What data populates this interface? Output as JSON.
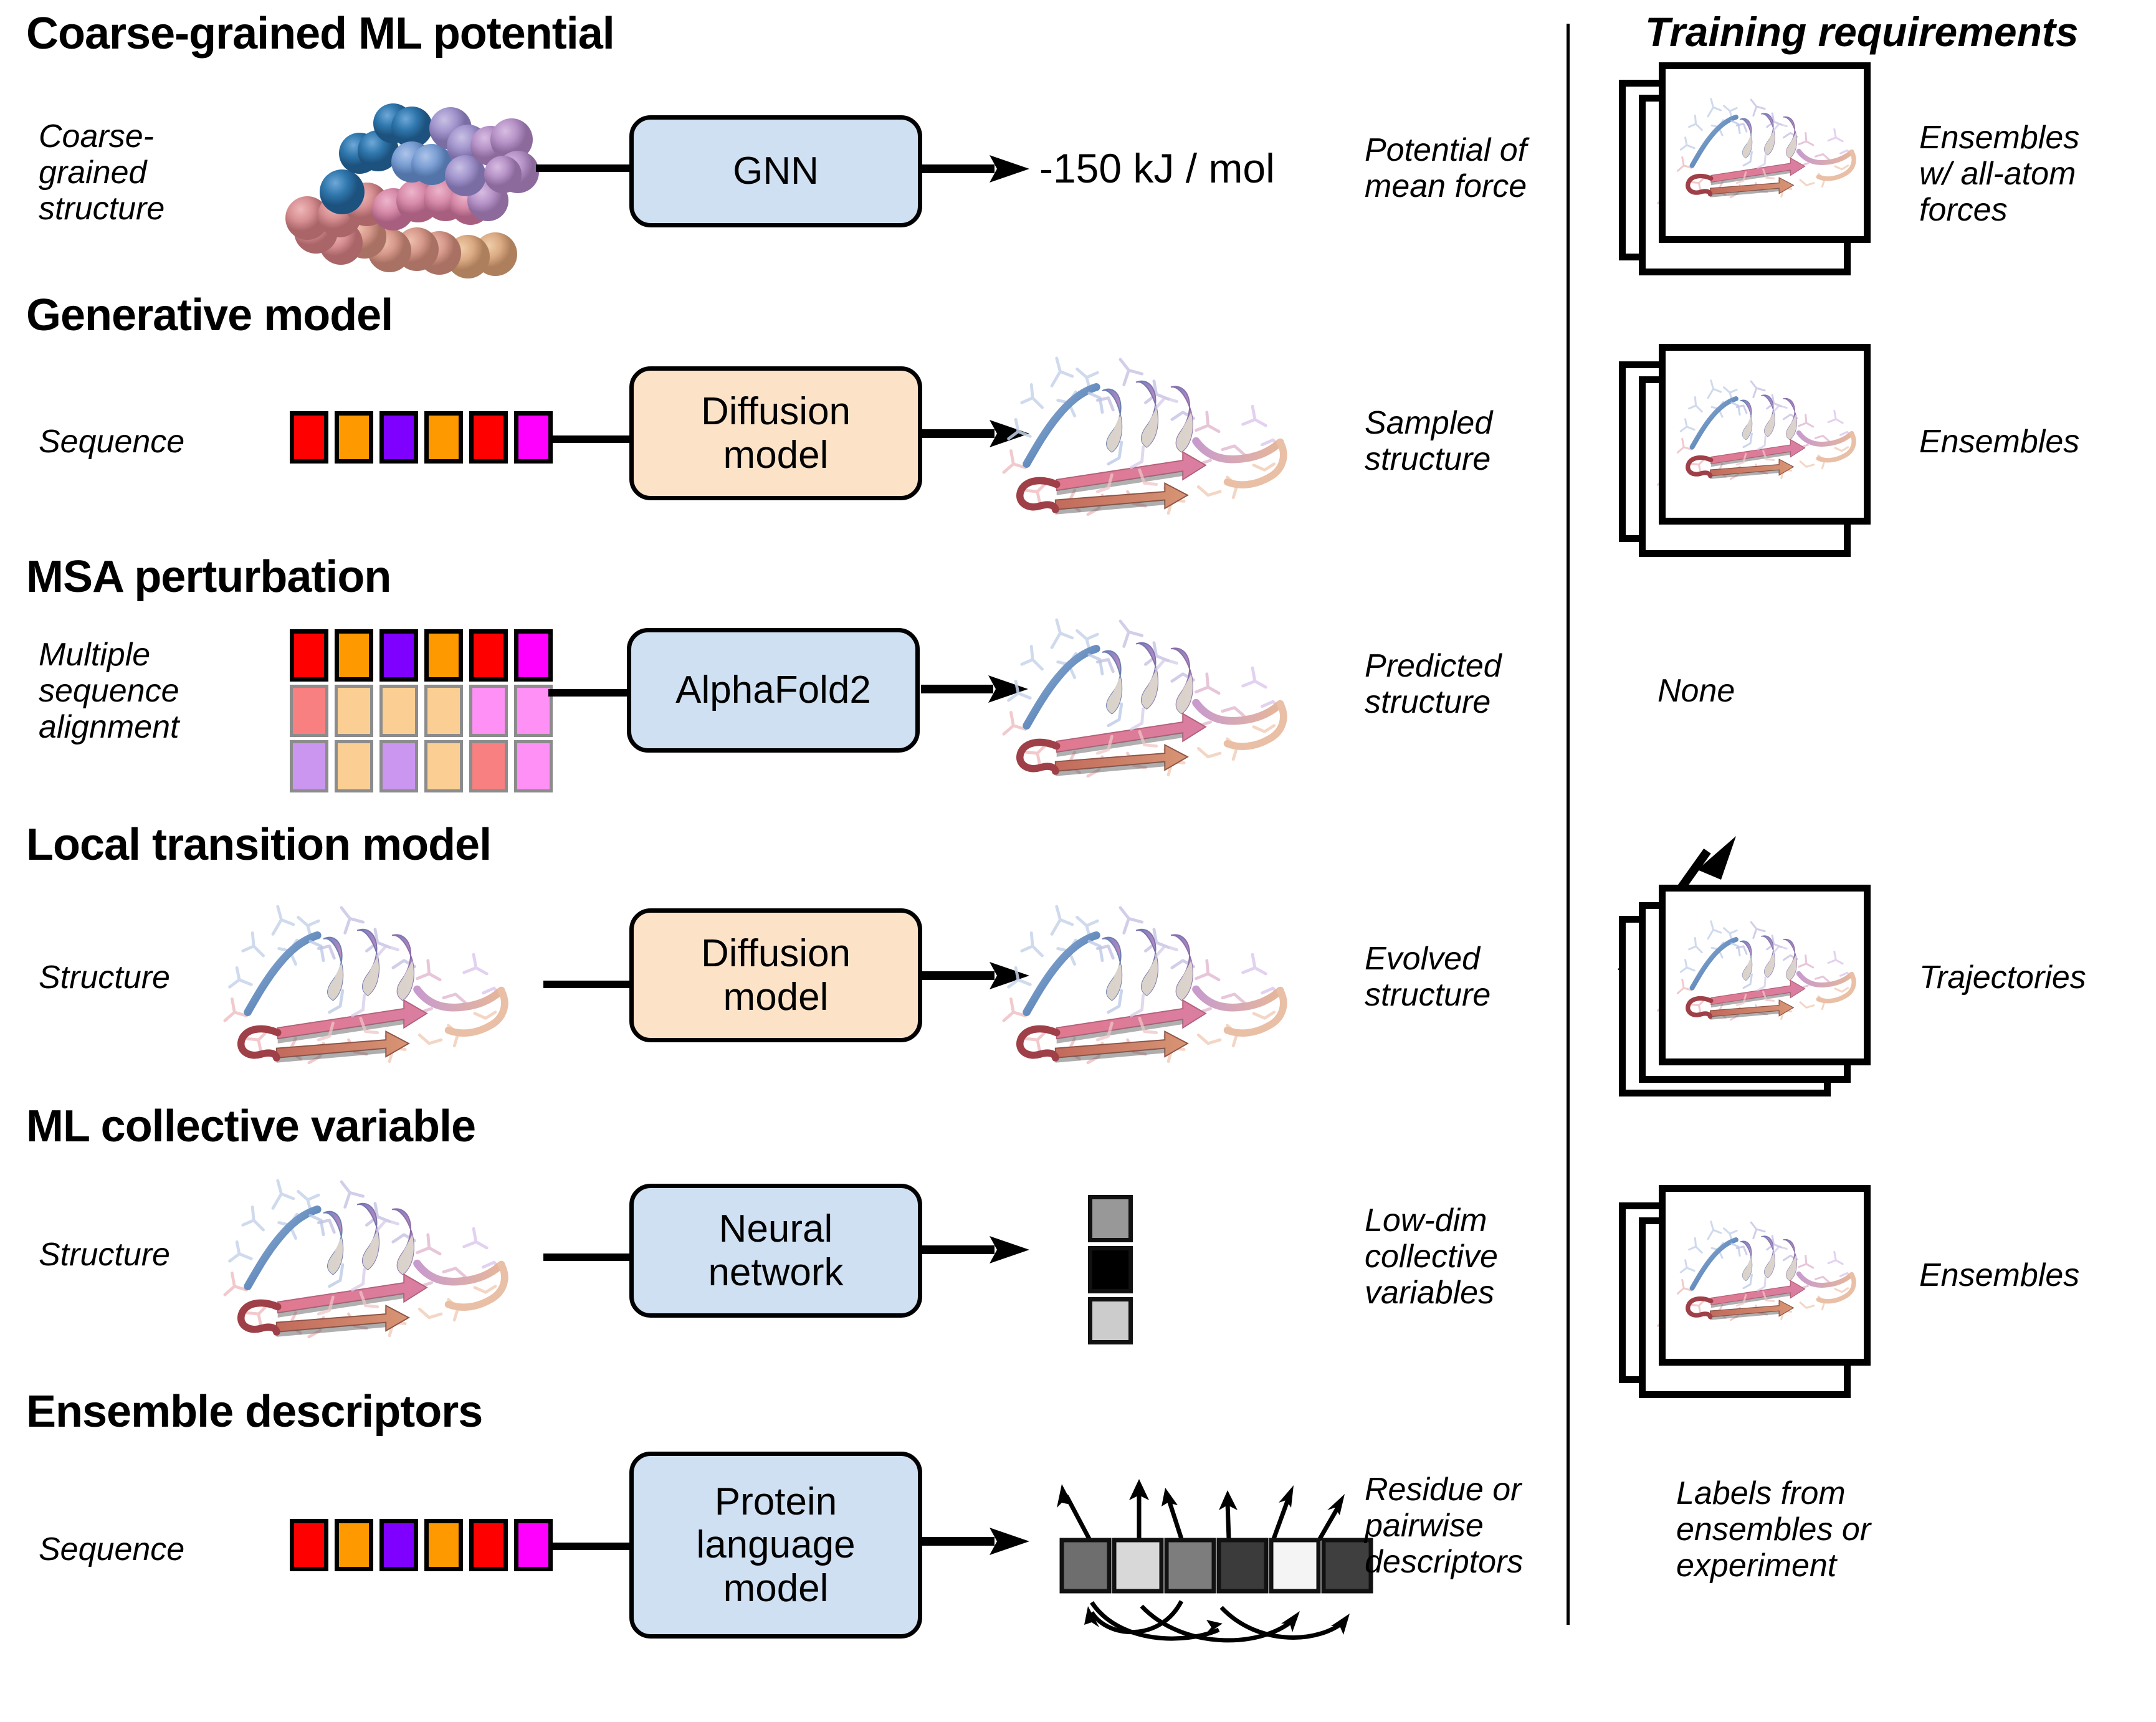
{
  "figure": {
    "columns": {
      "training_requirements_title": "Training requirements"
    },
    "rows": [
      {
        "id": "coarse-grained-ml-potential",
        "title": "Coarse-grained ML potential",
        "input_label": "Coarse-\ngrained\nstructure",
        "input_type": "coarse-grained-beads",
        "model_label": "GNN",
        "model_color": "#cfe0f2",
        "output_label": "-150 kJ / mol",
        "output_type": "value-text",
        "output_note": "Potential of\nmean force",
        "training_requirement": "Ensembles\nw/ all-atom\nforces",
        "training_visual": "ensemble-stack"
      },
      {
        "id": "generative-model",
        "title": "Generative model",
        "input_label": "Sequence",
        "input_type": "sequence",
        "model_label": "Diffusion\nmodel",
        "model_color": "#fce3c8",
        "output_label": "",
        "output_type": "protein-structure",
        "output_note": "Sampled\nstructure",
        "training_requirement": "Ensembles",
        "training_visual": "ensemble-stack"
      },
      {
        "id": "msa-perturbation",
        "title": "MSA perturbation",
        "input_label": "Multiple\nsequence\nalignment",
        "input_type": "msa",
        "model_label": "AlphaFold2",
        "model_color": "#cfe0f2",
        "output_label": "",
        "output_type": "protein-structure",
        "output_note": "Predicted\nstructure",
        "training_requirement": "None",
        "training_visual": "none"
      },
      {
        "id": "local-transition-model",
        "title": "Local transition model",
        "input_label": "Structure",
        "input_type": "protein-structure",
        "model_label": "Diffusion\nmodel",
        "model_color": "#fce3c8",
        "output_label": "",
        "output_type": "protein-structure",
        "output_note": "Evolved\nstructure",
        "training_requirement": "Trajectories",
        "training_visual": "trajectory-stack"
      },
      {
        "id": "ml-collective-variable",
        "title": "ML collective variable",
        "input_label": "Structure",
        "input_type": "protein-structure",
        "model_label": "Neural\nnetwork",
        "model_color": "#cfe0f2",
        "output_label": "",
        "output_type": "gray-column",
        "output_note": "Low-dim\ncollective\nvariables",
        "training_requirement": "Ensembles",
        "training_visual": "ensemble-stack"
      },
      {
        "id": "ensemble-descriptors",
        "title": "Ensemble descriptors",
        "input_label": "Sequence",
        "input_type": "sequence",
        "model_label": "Protein\nlanguage\nmodel",
        "model_color": "#cfe0f2",
        "output_label": "",
        "output_type": "descriptor-row",
        "output_note": "Residue or\npairwise\ndescriptors",
        "training_requirement": "Labels from\nensembles or\nexperiment",
        "training_visual": "none"
      }
    ],
    "sequence_colors": [
      "#ff0000",
      "#ff9900",
      "#8000ff",
      "#ff9900",
      "#ff0000",
      "#ff00ff"
    ],
    "msa_rows": [
      [
        "#ff0000",
        "#ff9900",
        "#8000ff",
        "#ff9900",
        "#ff0000",
        "#ff00ff"
      ],
      [
        "#f98080",
        "#fbcf93",
        "#fbcf93",
        "#fbcf93",
        "#ff90f5",
        "#ff90f5"
      ],
      [
        "#cb96f0",
        "#fbcf93",
        "#cb96f0",
        "#fbcf93",
        "#f98080",
        "#ff90f5"
      ]
    ],
    "collective_variable_colors": [
      "#989898",
      "#000000",
      "#cccccc"
    ],
    "descriptor_colors": [
      "#6e6e6e",
      "#d8d8d8",
      "#7d7d7d",
      "#3b3b3b",
      "#f4f4f4",
      "#3f3f3f"
    ],
    "bead_colors": {
      "blue": "#2f77ad",
      "light_blue": "#7b9fd4",
      "purple": "#a396ce",
      "mauve": "#b793c8",
      "pink": "#d78ba9",
      "rose": "#d78f92",
      "salmon": "#d79a8c",
      "tan": "#dbab84"
    }
  }
}
